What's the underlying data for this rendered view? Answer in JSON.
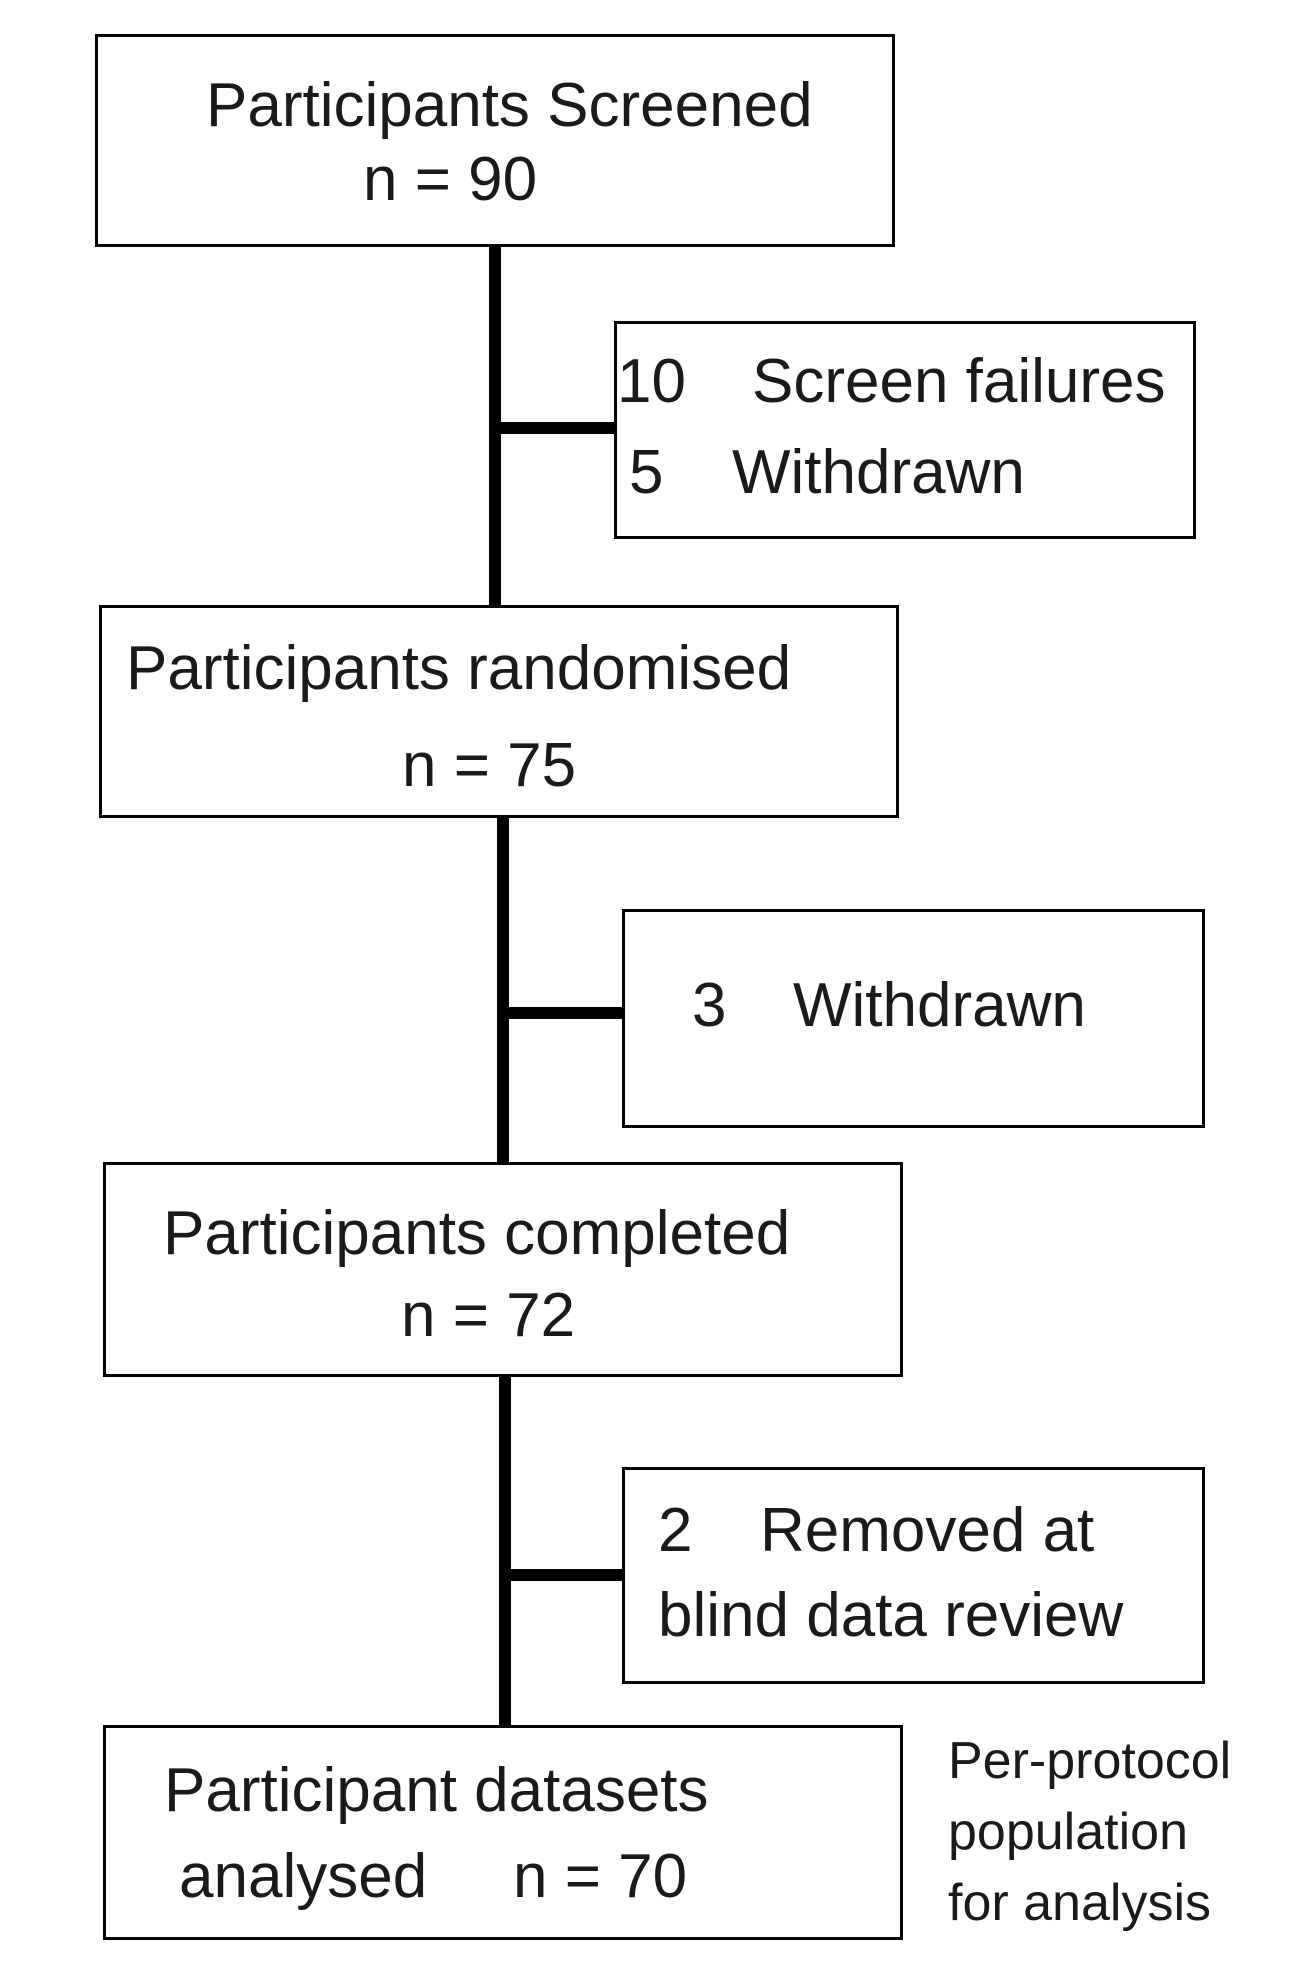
{
  "flow": {
    "screened": {
      "label": "Participants Screened",
      "count": "n = 90"
    },
    "exclusion1": {
      "row1": {
        "n": "10",
        "reason": "Screen failures"
      },
      "row2": {
        "n": "5",
        "reason": "Withdrawn"
      }
    },
    "randomised": {
      "label": "Participants randomised",
      "count": "n = 75"
    },
    "exclusion2": {
      "n": "3",
      "reason": "Withdrawn"
    },
    "completed": {
      "label": "Participants completed",
      "count": "n = 72"
    },
    "exclusion3": {
      "n": "2",
      "reason_line1": "Removed at",
      "reason_line2": "blind data review"
    },
    "analysed": {
      "label_line1": "Participant datasets",
      "label_line2": "analysed",
      "count": "n = 70"
    },
    "note": {
      "line1": "Per-protocol",
      "line2": "population",
      "line3": "for analysis"
    }
  }
}
